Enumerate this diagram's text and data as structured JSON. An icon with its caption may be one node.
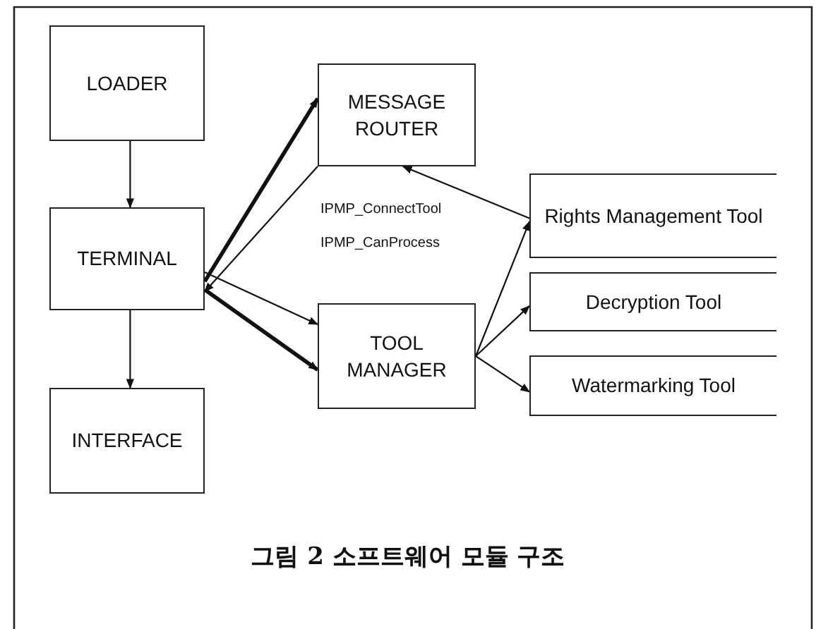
{
  "diagram": {
    "caption": "그림 2 소프트웨어 모듈 구조",
    "nodes": [
      {
        "text": [
          "LOADER"
        ]
      },
      {
        "text": [
          "TERMINAL"
        ]
      },
      {
        "text": [
          "INTERFACE"
        ]
      },
      {
        "text": [
          "MESSAGE ROUTER"
        ]
      },
      {
        "text": [
          "TOOL MANAGER"
        ]
      },
      {
        "text": [
          "Rights Management Tool"
        ]
      },
      {
        "text": [
          "Decryption Tool"
        ]
      },
      {
        "text": [
          "Watermarking Tool"
        ]
      }
    ],
    "edges": [
      {
        "from": 0,
        "to": 1,
        "arrow": "to"
      },
      {
        "from": 1,
        "to": 2,
        "arrow": "to"
      },
      {
        "from": 1,
        "to": 3,
        "arrow": "to",
        "style": "thick"
      },
      {
        "from": 3,
        "to": 1,
        "arrow": "to"
      },
      {
        "from": 1,
        "to": 4,
        "arrow": "to"
      },
      {
        "from": 1,
        "to": 4,
        "arrow": "to",
        "style": "thick"
      },
      {
        "from": 5,
        "to": 3,
        "arrow": "to"
      },
      {
        "from": 4,
        "to": 5,
        "arrow": "to"
      },
      {
        "from": 4,
        "to": 6,
        "arrow": "to"
      },
      {
        "from": 4,
        "to": 7,
        "arrow": "to"
      }
    ],
    "labels": [
      "IPMP_ConnectTool",
      "IPMP_CanProcess"
    ]
  }
}
